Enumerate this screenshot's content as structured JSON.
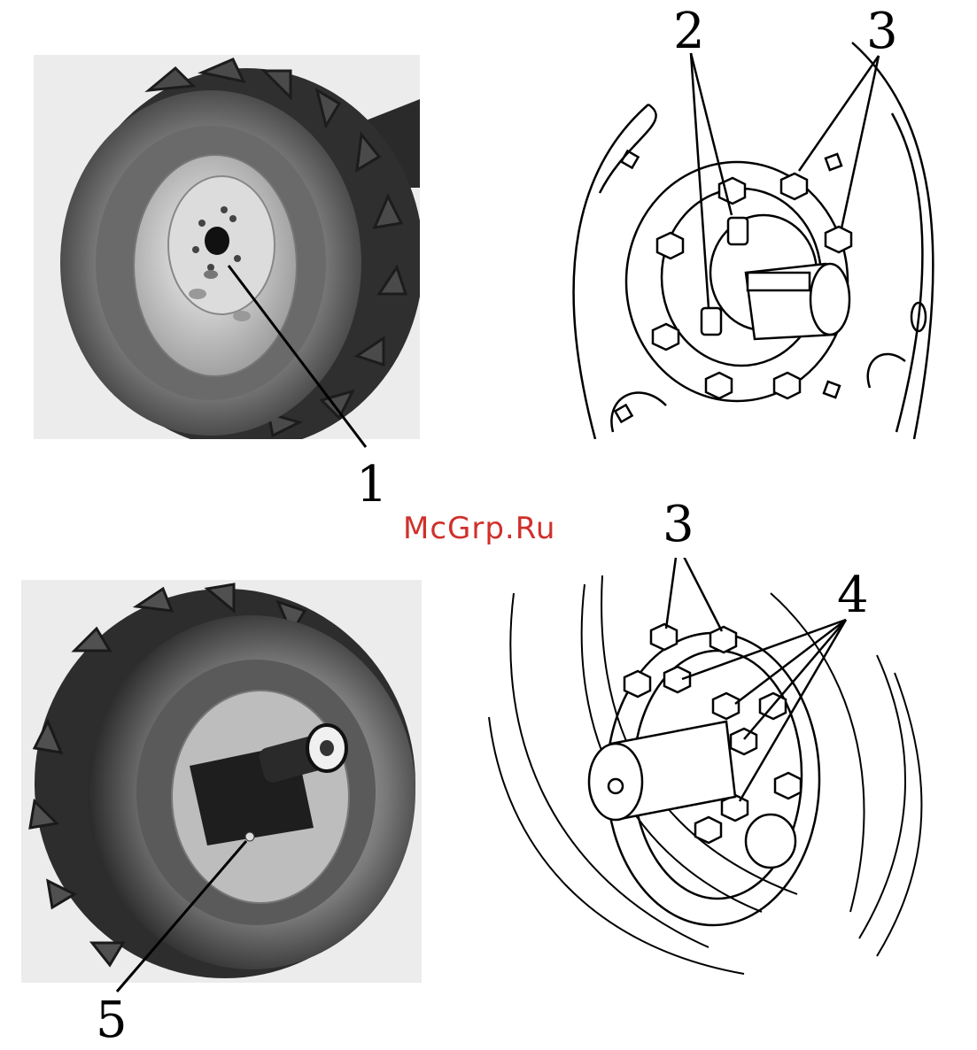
{
  "callouts": {
    "c1": "1",
    "c2": "2",
    "c3_top": "3",
    "c3_bottom": "3",
    "c4": "4",
    "c5": "5"
  },
  "watermark": "McGrp.Ru",
  "colors": {
    "watermark": "#d0302b",
    "line": "#000000",
    "photo_bg": "#ececec"
  }
}
